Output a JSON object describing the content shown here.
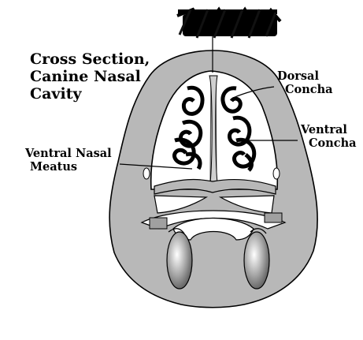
{
  "title_lines": [
    "Cross Section,",
    "Canine Nasal",
    "Cavity"
  ],
  "labels": {
    "dorsal_concha": [
      "Dorsal",
      "Concha"
    ],
    "ventral_concha": [
      "Ventral",
      "Concha"
    ],
    "ventral_nasal_meatus": [
      "Ventral Nasal",
      "Meatus"
    ]
  },
  "colors": {
    "head_fill": "#b8b8b8",
    "cavity_fill": "#ffffff",
    "outline": "#000000",
    "redaction": "#000000"
  }
}
